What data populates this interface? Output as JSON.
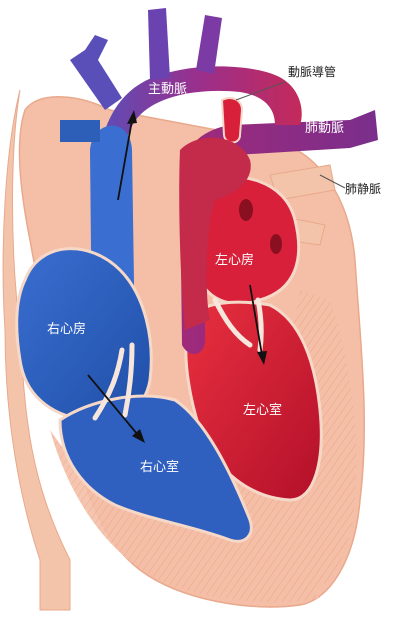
{
  "labels": {
    "aorta": "主動脈",
    "ductus_arteriosus": "動脈導管",
    "pulmonary_artery": "肺動脈",
    "pulmonary_vein": "肺静脈",
    "left_atrium": "左心房",
    "right_atrium": "右心房",
    "left_ventricle": "左心室",
    "right_ventricle": "右心室"
  },
  "colors": {
    "oxygenated": "#d8203a",
    "deoxygenated": "#2e5fb8",
    "mixed": "#8a2e86",
    "muscle": "#f2b49a",
    "pericardium": "#f6c9b2"
  }
}
